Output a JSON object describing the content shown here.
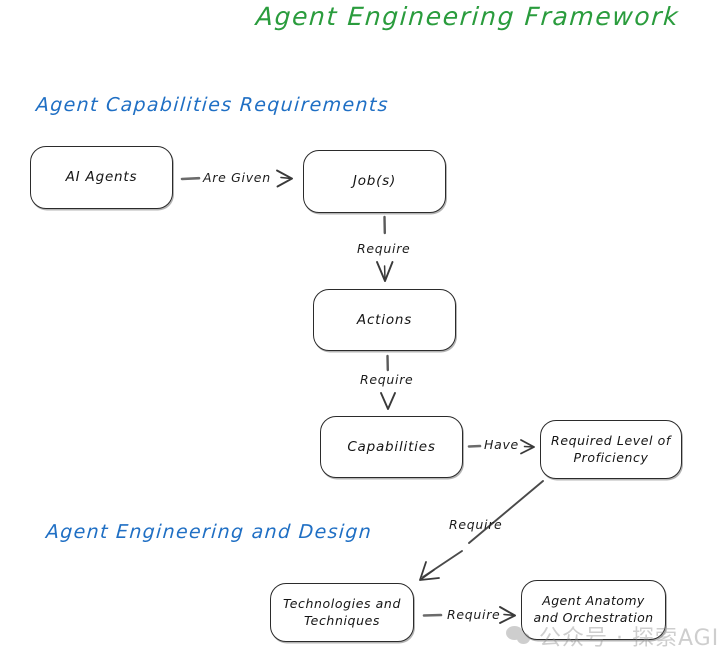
{
  "page": {
    "title": "Agent Engineering Framework",
    "title_color": "#2a9c3d",
    "section_color": "#1f6fc4",
    "background": "#ffffff",
    "stroke_color": "#2b2b2b"
  },
  "sections": [
    {
      "id": "capabilities",
      "label": "Agent Capabilities Requirements"
    },
    {
      "id": "engineering",
      "label": "Agent Engineering and Design"
    }
  ],
  "nodes": [
    {
      "id": "ai-agents",
      "label": "AI Agents"
    },
    {
      "id": "jobs",
      "label": "Job(s)"
    },
    {
      "id": "actions",
      "label": "Actions"
    },
    {
      "id": "capabilities",
      "label": "Capabilities"
    },
    {
      "id": "proficiency",
      "line1": "Required Level of",
      "line2": "Proficiency"
    },
    {
      "id": "technologies",
      "line1": "Technologies and",
      "line2": "Techniques"
    },
    {
      "id": "anatomy",
      "line1": "Agent Anatomy",
      "line2": "and Orchestration"
    }
  ],
  "edges": [
    {
      "id": "are-given",
      "from": "ai-agents",
      "to": "jobs",
      "label": "Are Given"
    },
    {
      "id": "require-1",
      "from": "jobs",
      "to": "actions",
      "label": "Require"
    },
    {
      "id": "require-2",
      "from": "actions",
      "to": "capabilities",
      "label": "Require"
    },
    {
      "id": "have",
      "from": "capabilities",
      "to": "proficiency",
      "label": "Have"
    },
    {
      "id": "require-3",
      "from": "proficiency",
      "to": "technologies",
      "label": "Require"
    },
    {
      "id": "require-4",
      "from": "technologies",
      "to": "anatomy",
      "label": "Require"
    }
  ],
  "watermark": {
    "text": "公众号 · 探索AGI",
    "icon": "wechat-icon"
  }
}
